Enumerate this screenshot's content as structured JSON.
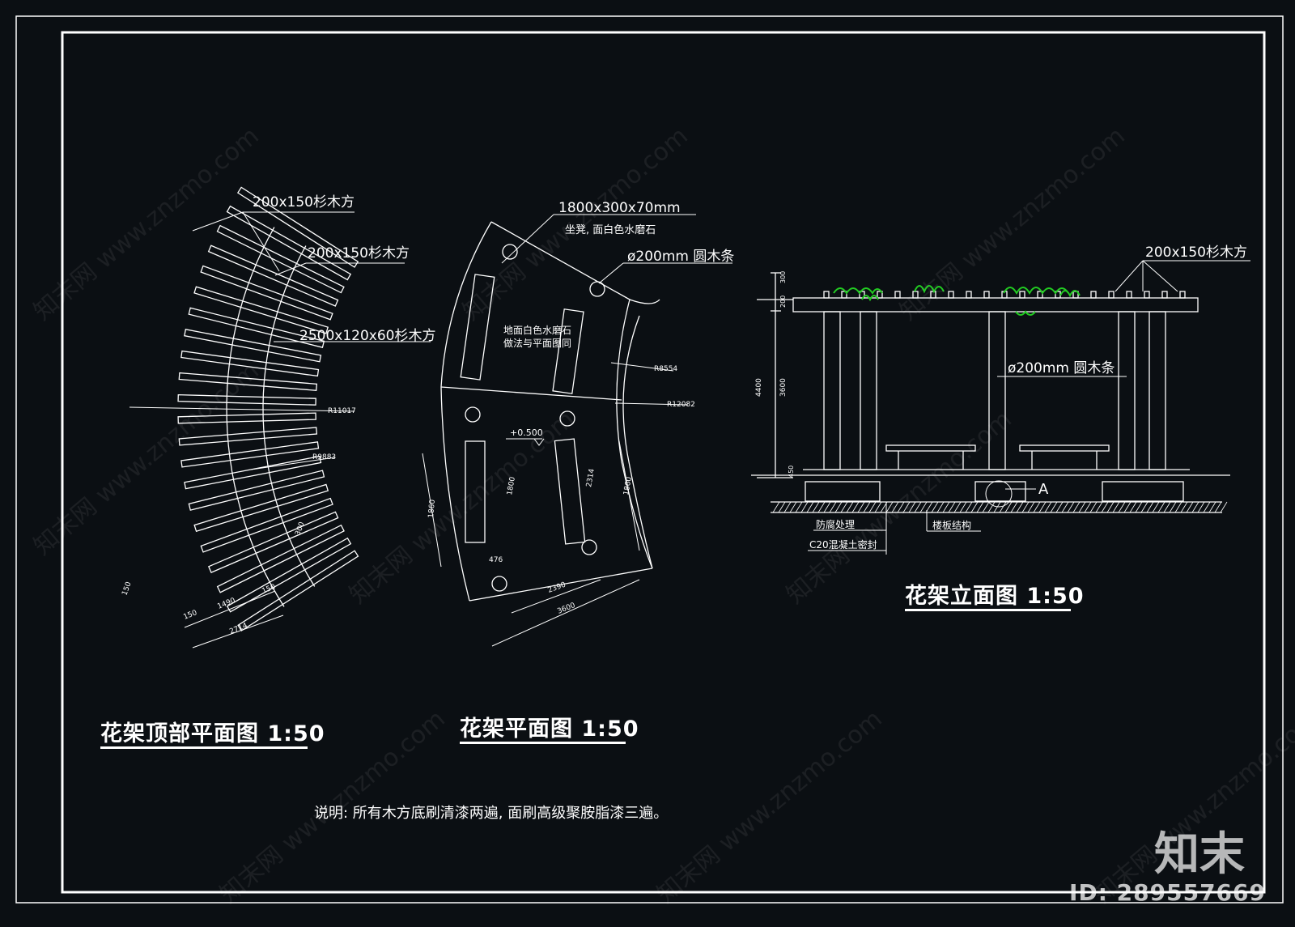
{
  "drawing": {
    "top_plan": {
      "title": "花架顶部平面图 1:50",
      "labels": [
        "200x150杉木方",
        "200x150杉木方",
        "2500x120x60杉木方",
        "R11017",
        "R9883"
      ],
      "dims": [
        "150",
        "1490",
        "150",
        "2714",
        "300",
        "150"
      ]
    },
    "plan": {
      "title": "花架平面图 1:50",
      "labels": [
        "1800x300x70mm",
        "坐凳, 面白色水磨石",
        "ø200mm 圆木条",
        "地面白色水磨石",
        "做法与平面图同",
        "+0.500"
      ],
      "dims": [
        "R8554",
        "R12082",
        "1860",
        "1860",
        "1800",
        "2314",
        "476",
        "2390",
        "3600"
      ]
    },
    "elevation": {
      "title": "花架立面图 1:50",
      "labels": [
        "200x150杉木方",
        "ø200mm 圆木条",
        "A",
        "防腐处理",
        "C20混凝土密封",
        "楼板结构"
      ],
      "dims": [
        "300",
        "200",
        "4400",
        "3600",
        "450"
      ]
    },
    "note": "说明: 所有木方底刷清漆两遍, 面刷高级聚胺脂漆三遍。"
  },
  "watermark": {
    "text": "知末网 www.znzmo.com",
    "brand": "知末",
    "id_label": "ID: 289557669"
  },
  "colors": {
    "background": "#0b0f13",
    "lines": "#ffffff",
    "foliage": "#22cc22"
  }
}
